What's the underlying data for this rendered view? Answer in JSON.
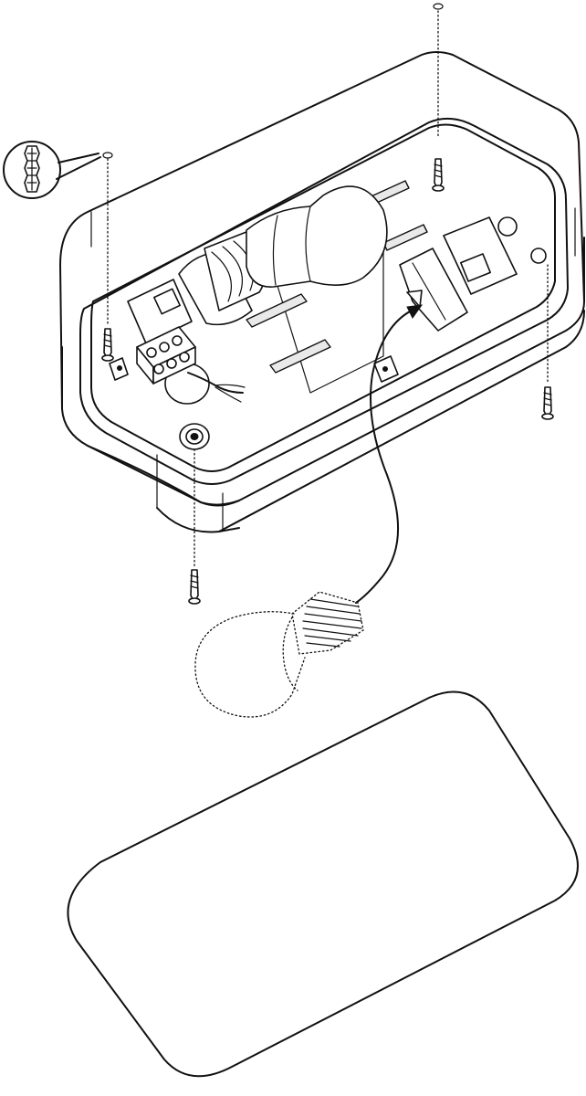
{
  "diagram": {
    "colors": {
      "line": "#111111",
      "background": "#ffffff",
      "shade": "#e9e9e9"
    },
    "parts": [
      "wall-plug-detail",
      "mounting-base",
      "lamp-holder",
      "terminal-block",
      "cable-clamp",
      "screw",
      "light-bulb",
      "diffuser-cover"
    ]
  }
}
